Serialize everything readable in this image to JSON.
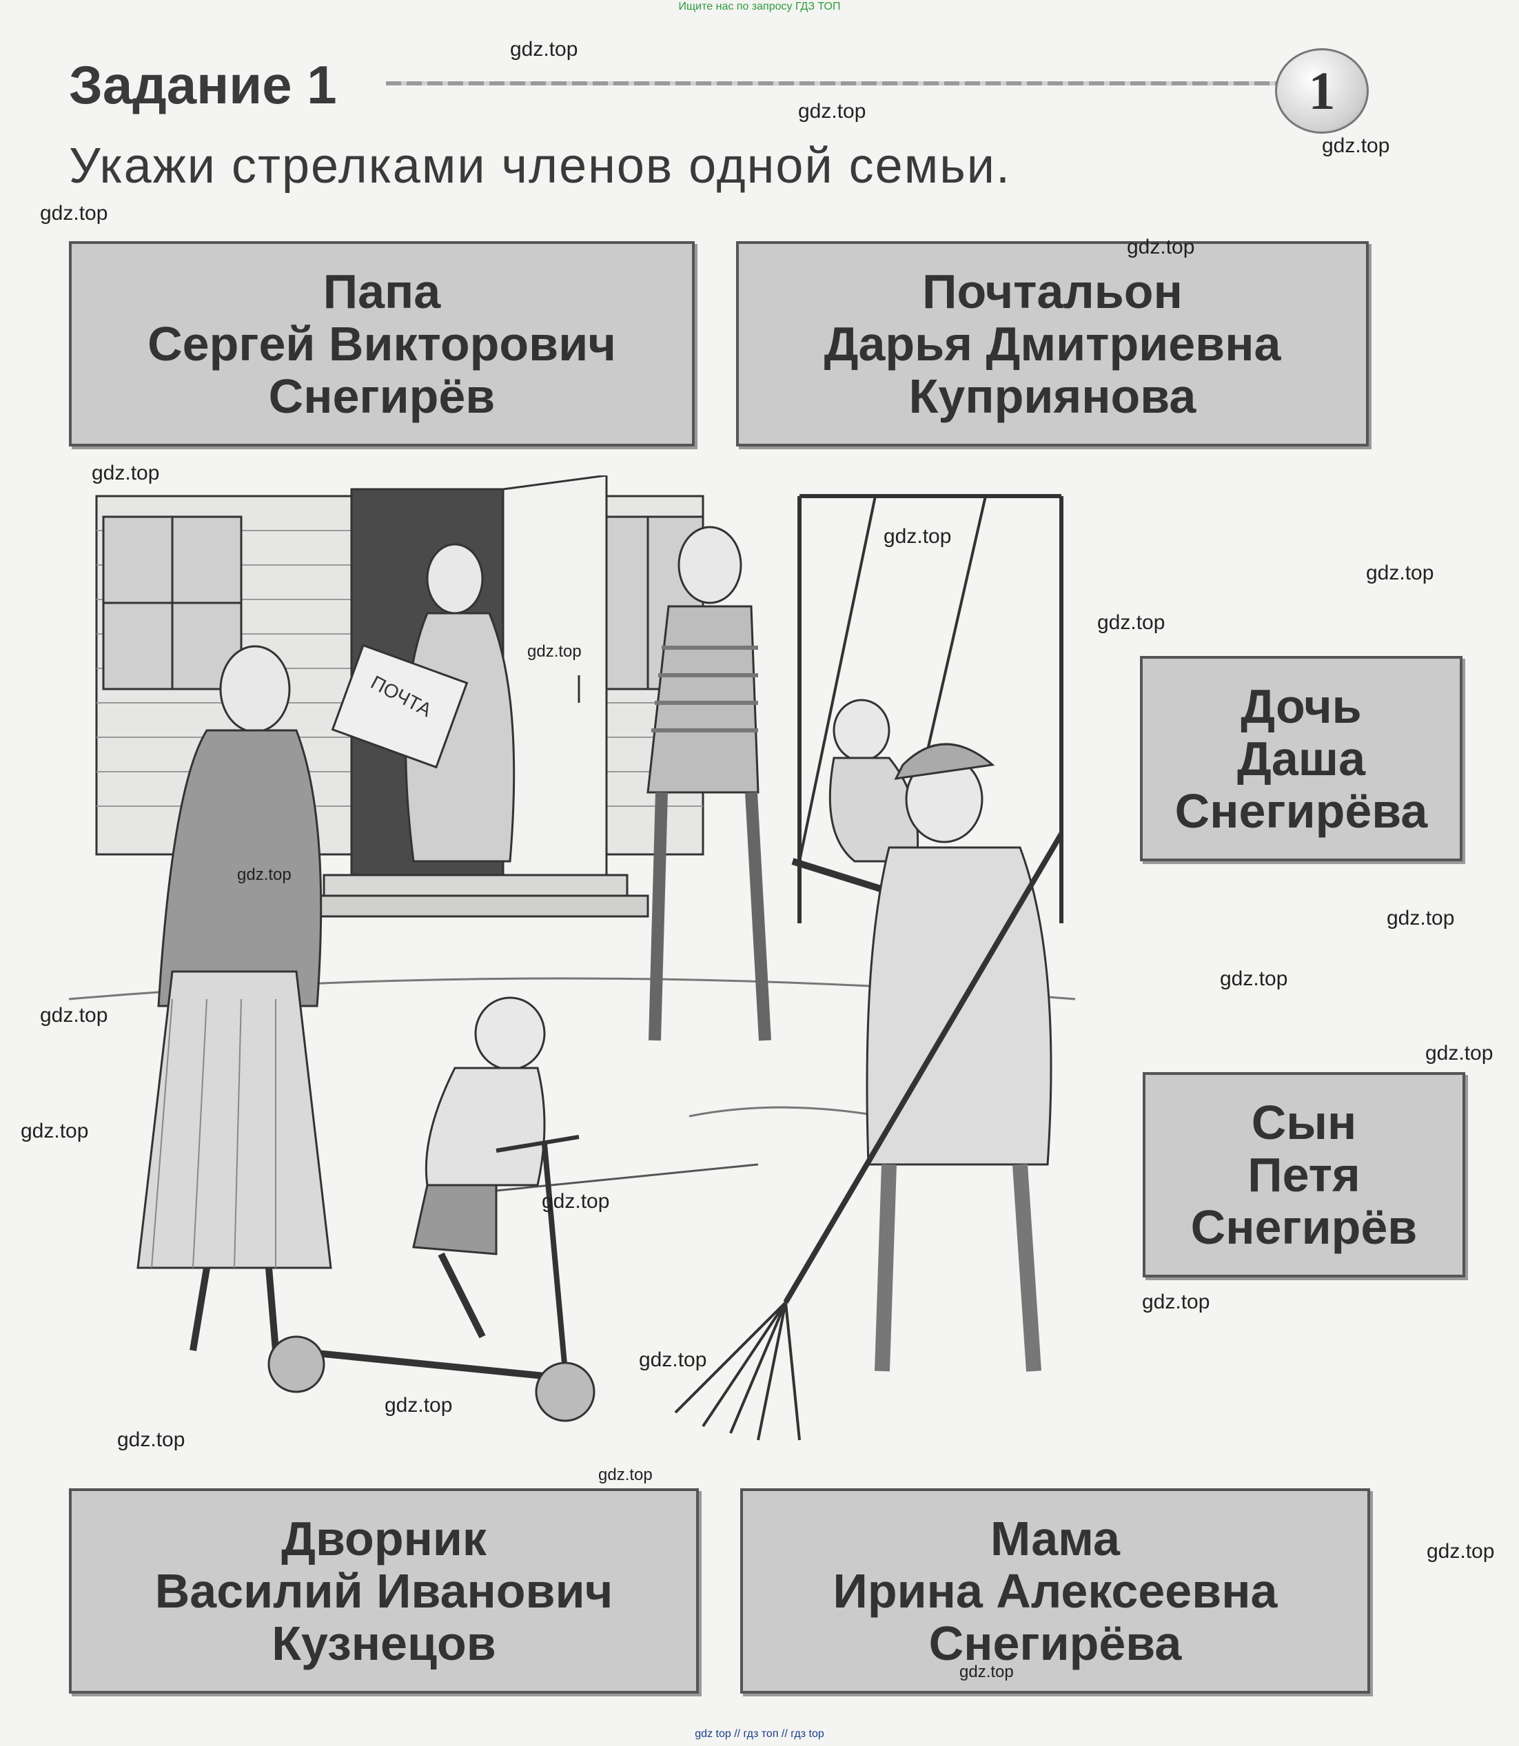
{
  "banner_top": "Ищите нас по запросу ГДЗ ТОП",
  "banner_bottom": "gdz top  //  гдз топ  //  гдз top",
  "task": {
    "title": "Задание  1",
    "page_number": "1",
    "instruction": "Укажи  стрелками  членов  одной  семьи."
  },
  "cards": {
    "papa": [
      "Папа",
      "Сергей  Викторович",
      "Снегирёв"
    ],
    "postman": [
      "Почтальон",
      "Дарья  Дмитриевна",
      "Куприянова"
    ],
    "daughter": [
      "Дочь",
      "Даша",
      "Снегирёва"
    ],
    "son": [
      "Сын",
      "Петя",
      "Снегирёв"
    ],
    "janitor": [
      "Дворник",
      "Василий  Иванович",
      "Кузнецов"
    ],
    "mama": [
      "Мама",
      "Ирина  Алексеевна",
      "Снегирёва"
    ]
  },
  "illustration": {
    "mail_bag_label": "ПОЧТА"
  },
  "watermark": "gdz.top"
}
